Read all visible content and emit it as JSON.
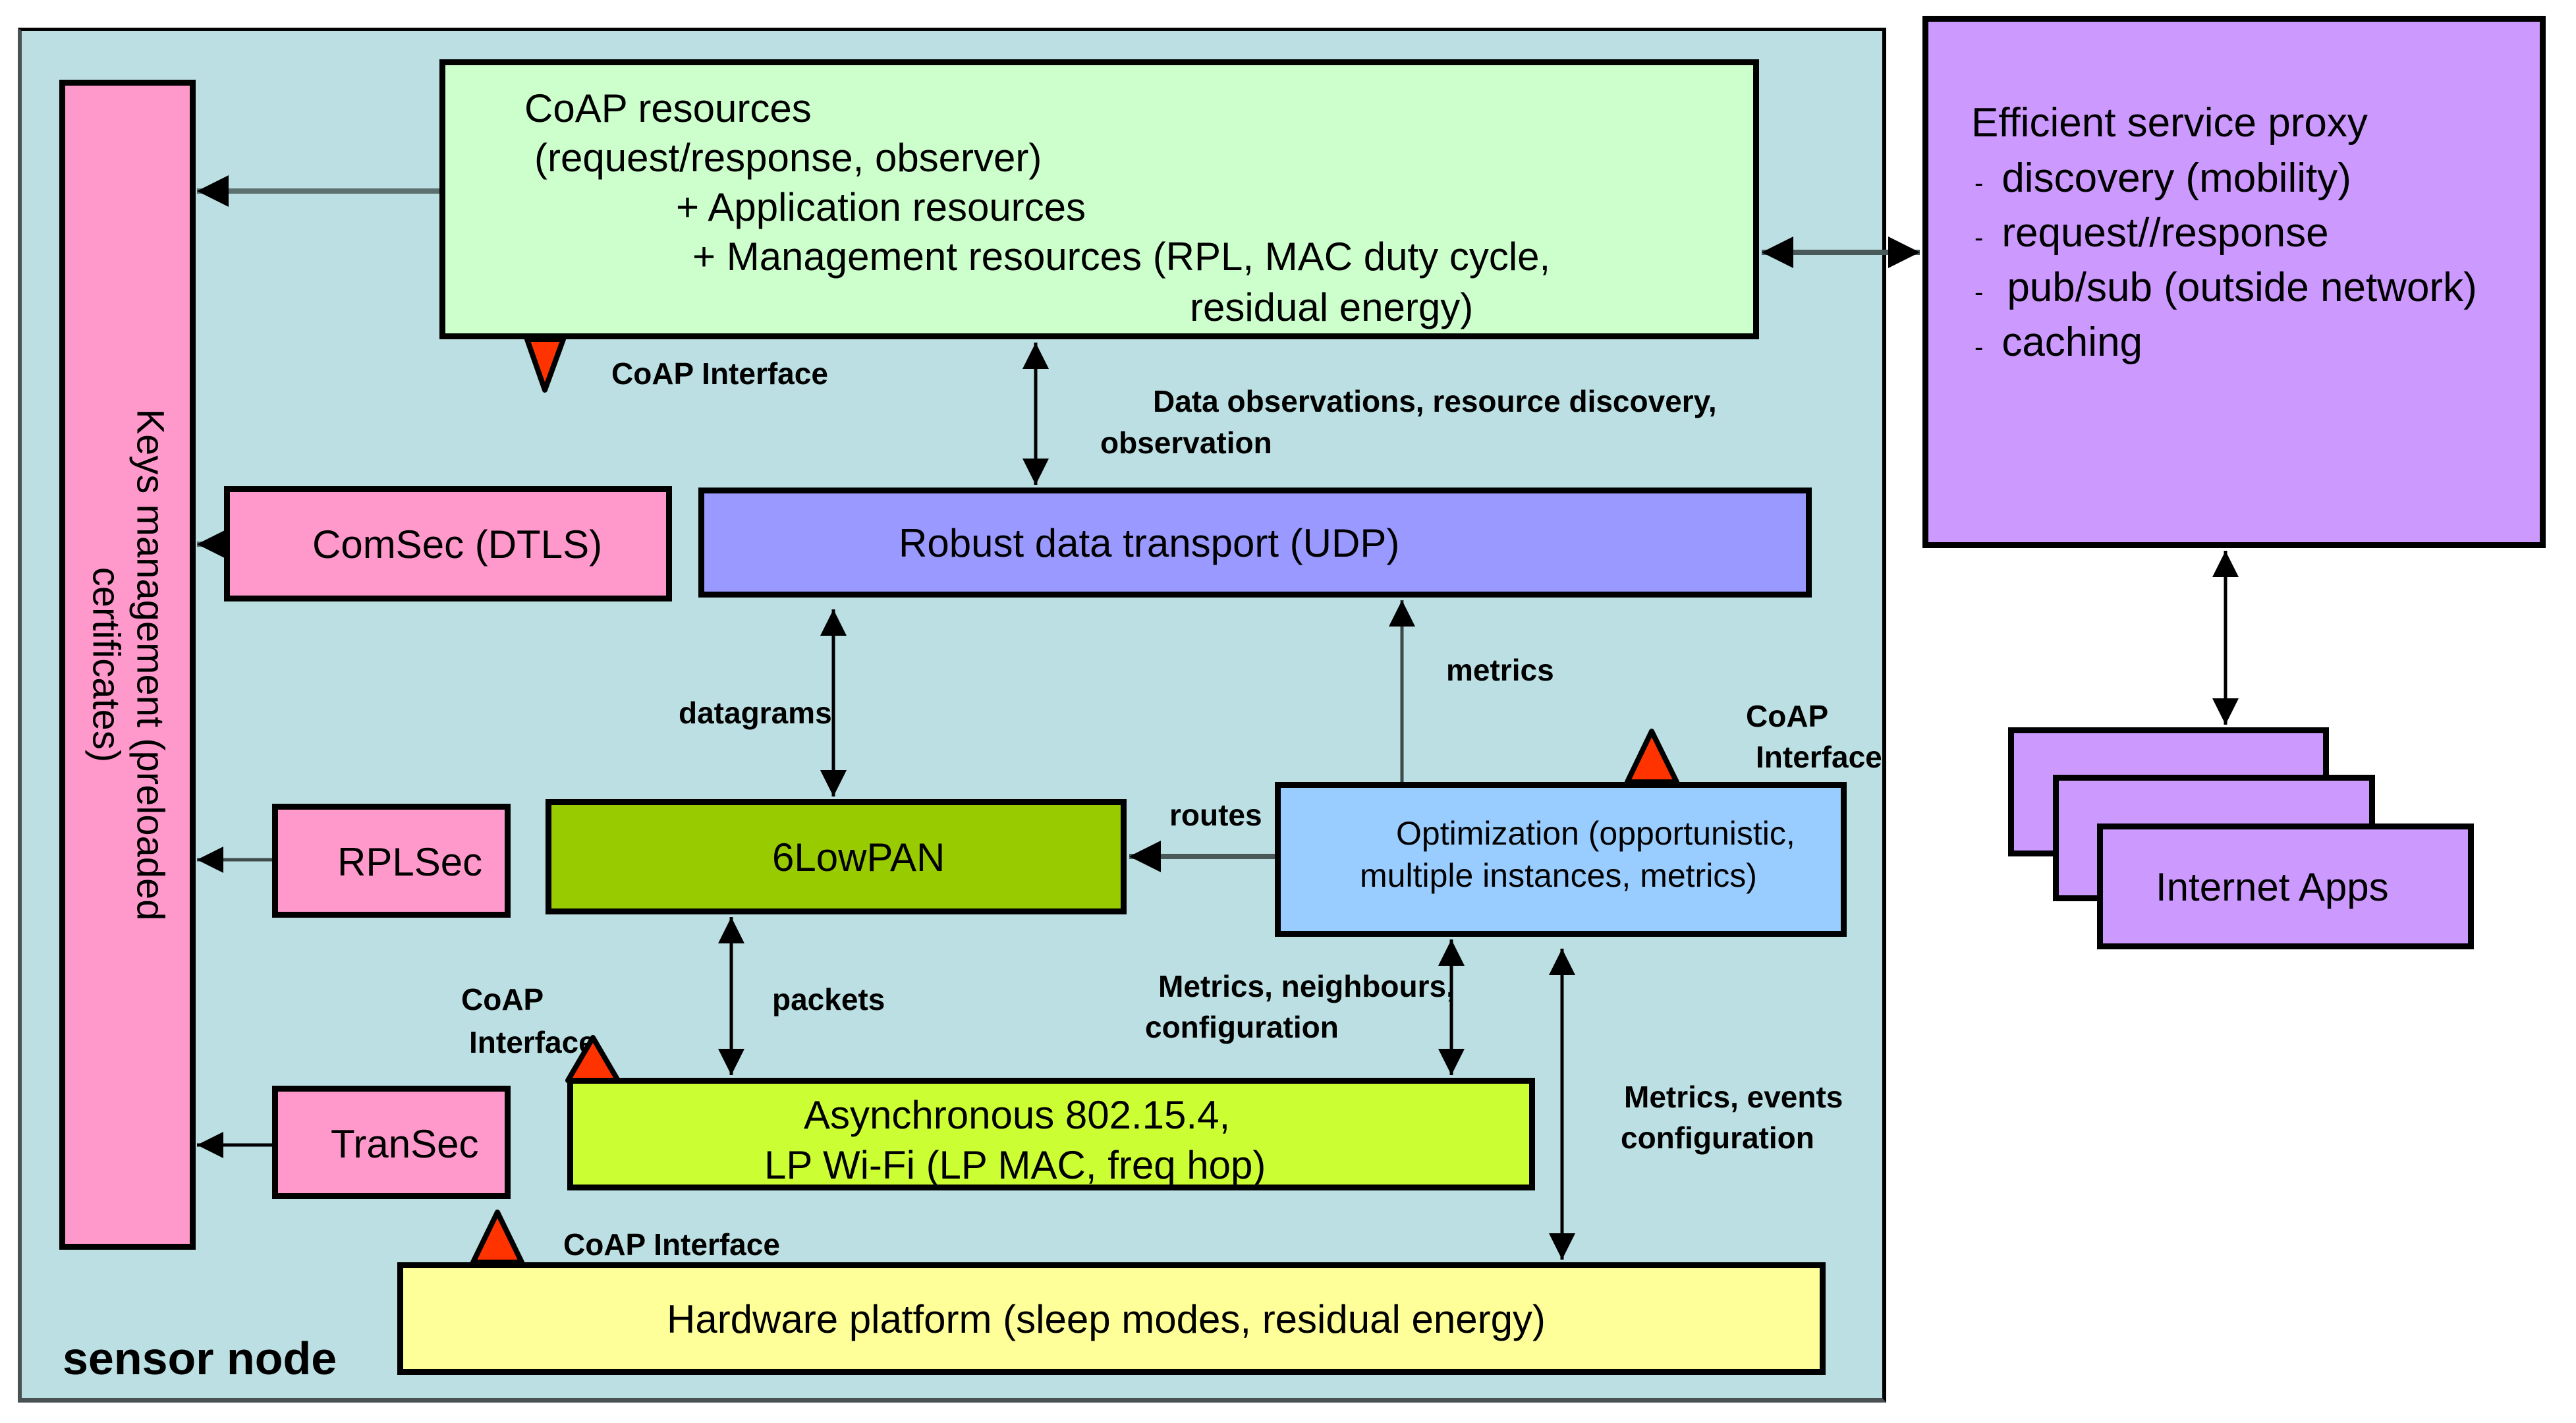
{
  "diagram": {
    "container": {
      "label": "sensor node"
    },
    "boxes": {
      "keys": {
        "label_lines": [
          "Keys management (preloaded",
          "certificates)"
        ]
      },
      "coap_resources": {
        "lines": [
          "CoAP resources",
          "(request/response, observer)",
          "+ Application resources",
          "+ Management resources (RPL, MAC duty cycle,",
          "residual energy)"
        ]
      },
      "proxy": {
        "title": "Efficient service proxy",
        "items": [
          "discovery (mobility)",
          "request//response",
          "pub/sub (outside network)",
          "caching"
        ],
        "bullet": "-"
      },
      "comsec": {
        "label": "ComSec (DTLS)"
      },
      "udp": {
        "label": "Robust data transport (UDP)"
      },
      "rplsec": {
        "label": "RPLSec"
      },
      "sixlowpan": {
        "label": "6LowPAN"
      },
      "optimization": {
        "lines": [
          "Optimization (opportunistic,",
          "multiple instances, metrics)"
        ]
      },
      "transec": {
        "label": "TranSec"
      },
      "async": {
        "lines": [
          "Asynchronous  802.15.4,",
          "LP Wi-Fi  (LP MAC, freq hop)"
        ]
      },
      "hardware": {
        "label": "Hardware platform (sleep modes, residual energy)"
      },
      "internet_apps": {
        "label": "Internet Apps"
      }
    },
    "edge_labels": {
      "coap_interface_top": "CoAP  Interface",
      "data_obs_line1": "Data observations, resource discovery,",
      "data_obs_line2": "observation",
      "datagrams": "datagrams",
      "metrics": "metrics",
      "coap_interface_opt_1": "CoAP",
      "coap_interface_opt_2": "Interface",
      "routes": "routes",
      "coap_interface_async_1": "CoAP",
      "coap_interface_async_2": "Interface",
      "packets": "packets",
      "metrics_neigh_1": "Metrics, neighbours,",
      "metrics_neigh_2": "configuration",
      "metrics_events_1": "Metrics, events",
      "metrics_events_2": "configuration",
      "coap_interface_hw": "CoAP  Interface"
    },
    "colors": {
      "container_bg": "#bbdfe2",
      "keys_pink": "#ff99cc",
      "coap_green": "#ccffcc",
      "proxy_purple": "#cc99ff",
      "udp_blue": "#9999ff",
      "sixlowpan_green": "#99cc00",
      "optimization_blue": "#99ccff",
      "async_lime": "#ccff33",
      "hardware_yellow": "#ffff99",
      "interface_red": "#ff3300"
    }
  }
}
